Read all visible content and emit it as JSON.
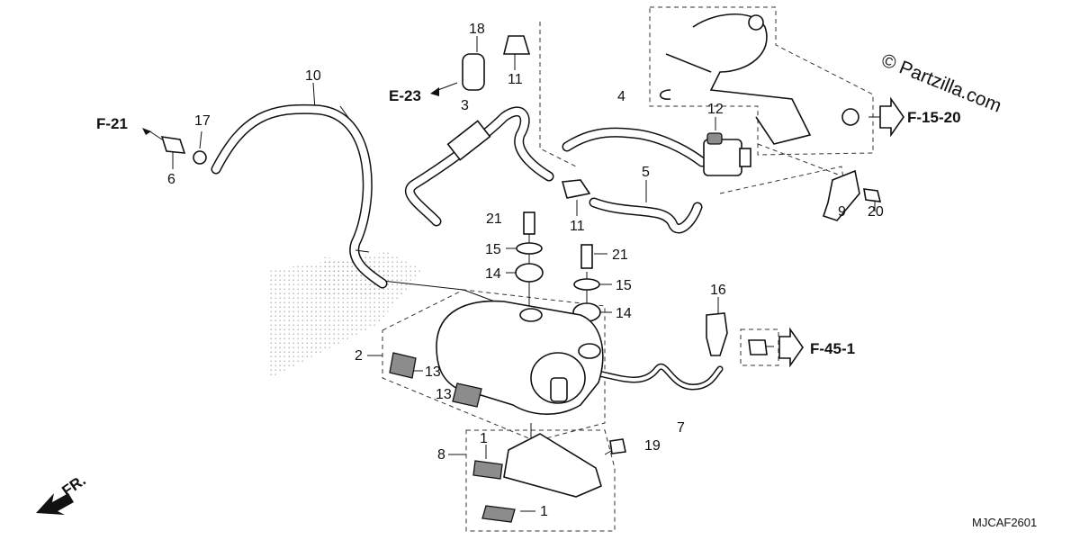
{
  "diagram": {
    "code": "MJCAF2601",
    "watermark": "© Partzilla.com",
    "direction_label": "FR.",
    "callouts": {
      "c1a": "1",
      "c1b": "1",
      "c2": "2",
      "c3": "3",
      "c4": "4",
      "c5": "5",
      "c6": "6",
      "c7": "7",
      "c8": "8",
      "c9": "9",
      "c10": "10",
      "c11a": "11",
      "c11b": "11",
      "c12": "12",
      "c13a": "13",
      "c13b": "13",
      "c14a": "14",
      "c14b": "14",
      "c15a": "15",
      "c15b": "15",
      "c16": "16",
      "c17": "17",
      "c18": "18",
      "c19": "19",
      "c20": "20",
      "c21a": "21",
      "c21b": "21"
    },
    "references": {
      "f21": "F-21",
      "e23": "E-23",
      "f1520": "F-15-20",
      "f451": "F-45-1"
    }
  }
}
